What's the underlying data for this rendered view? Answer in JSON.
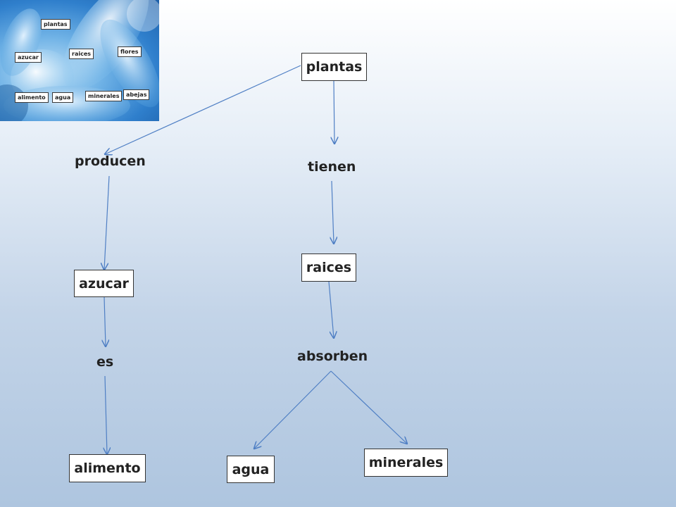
{
  "thumbnail": {
    "labels": {
      "plantas": "plantas",
      "azucar": "azucar",
      "raices": "raices",
      "flores": "flores",
      "alimento": "alimento",
      "agua": "agua",
      "minerales": "minerales",
      "abejas": "abejas"
    }
  },
  "diagram": {
    "nodes": {
      "plantas": "plantas",
      "azucar": "azucar",
      "raices": "raices",
      "alimento": "alimento",
      "agua": "agua",
      "minerales": "minerales"
    },
    "links": {
      "producen": "producen",
      "tienen": "tienen",
      "es": "es",
      "absorben": "absorben"
    },
    "arrow_color": "#4f7fc4"
  }
}
